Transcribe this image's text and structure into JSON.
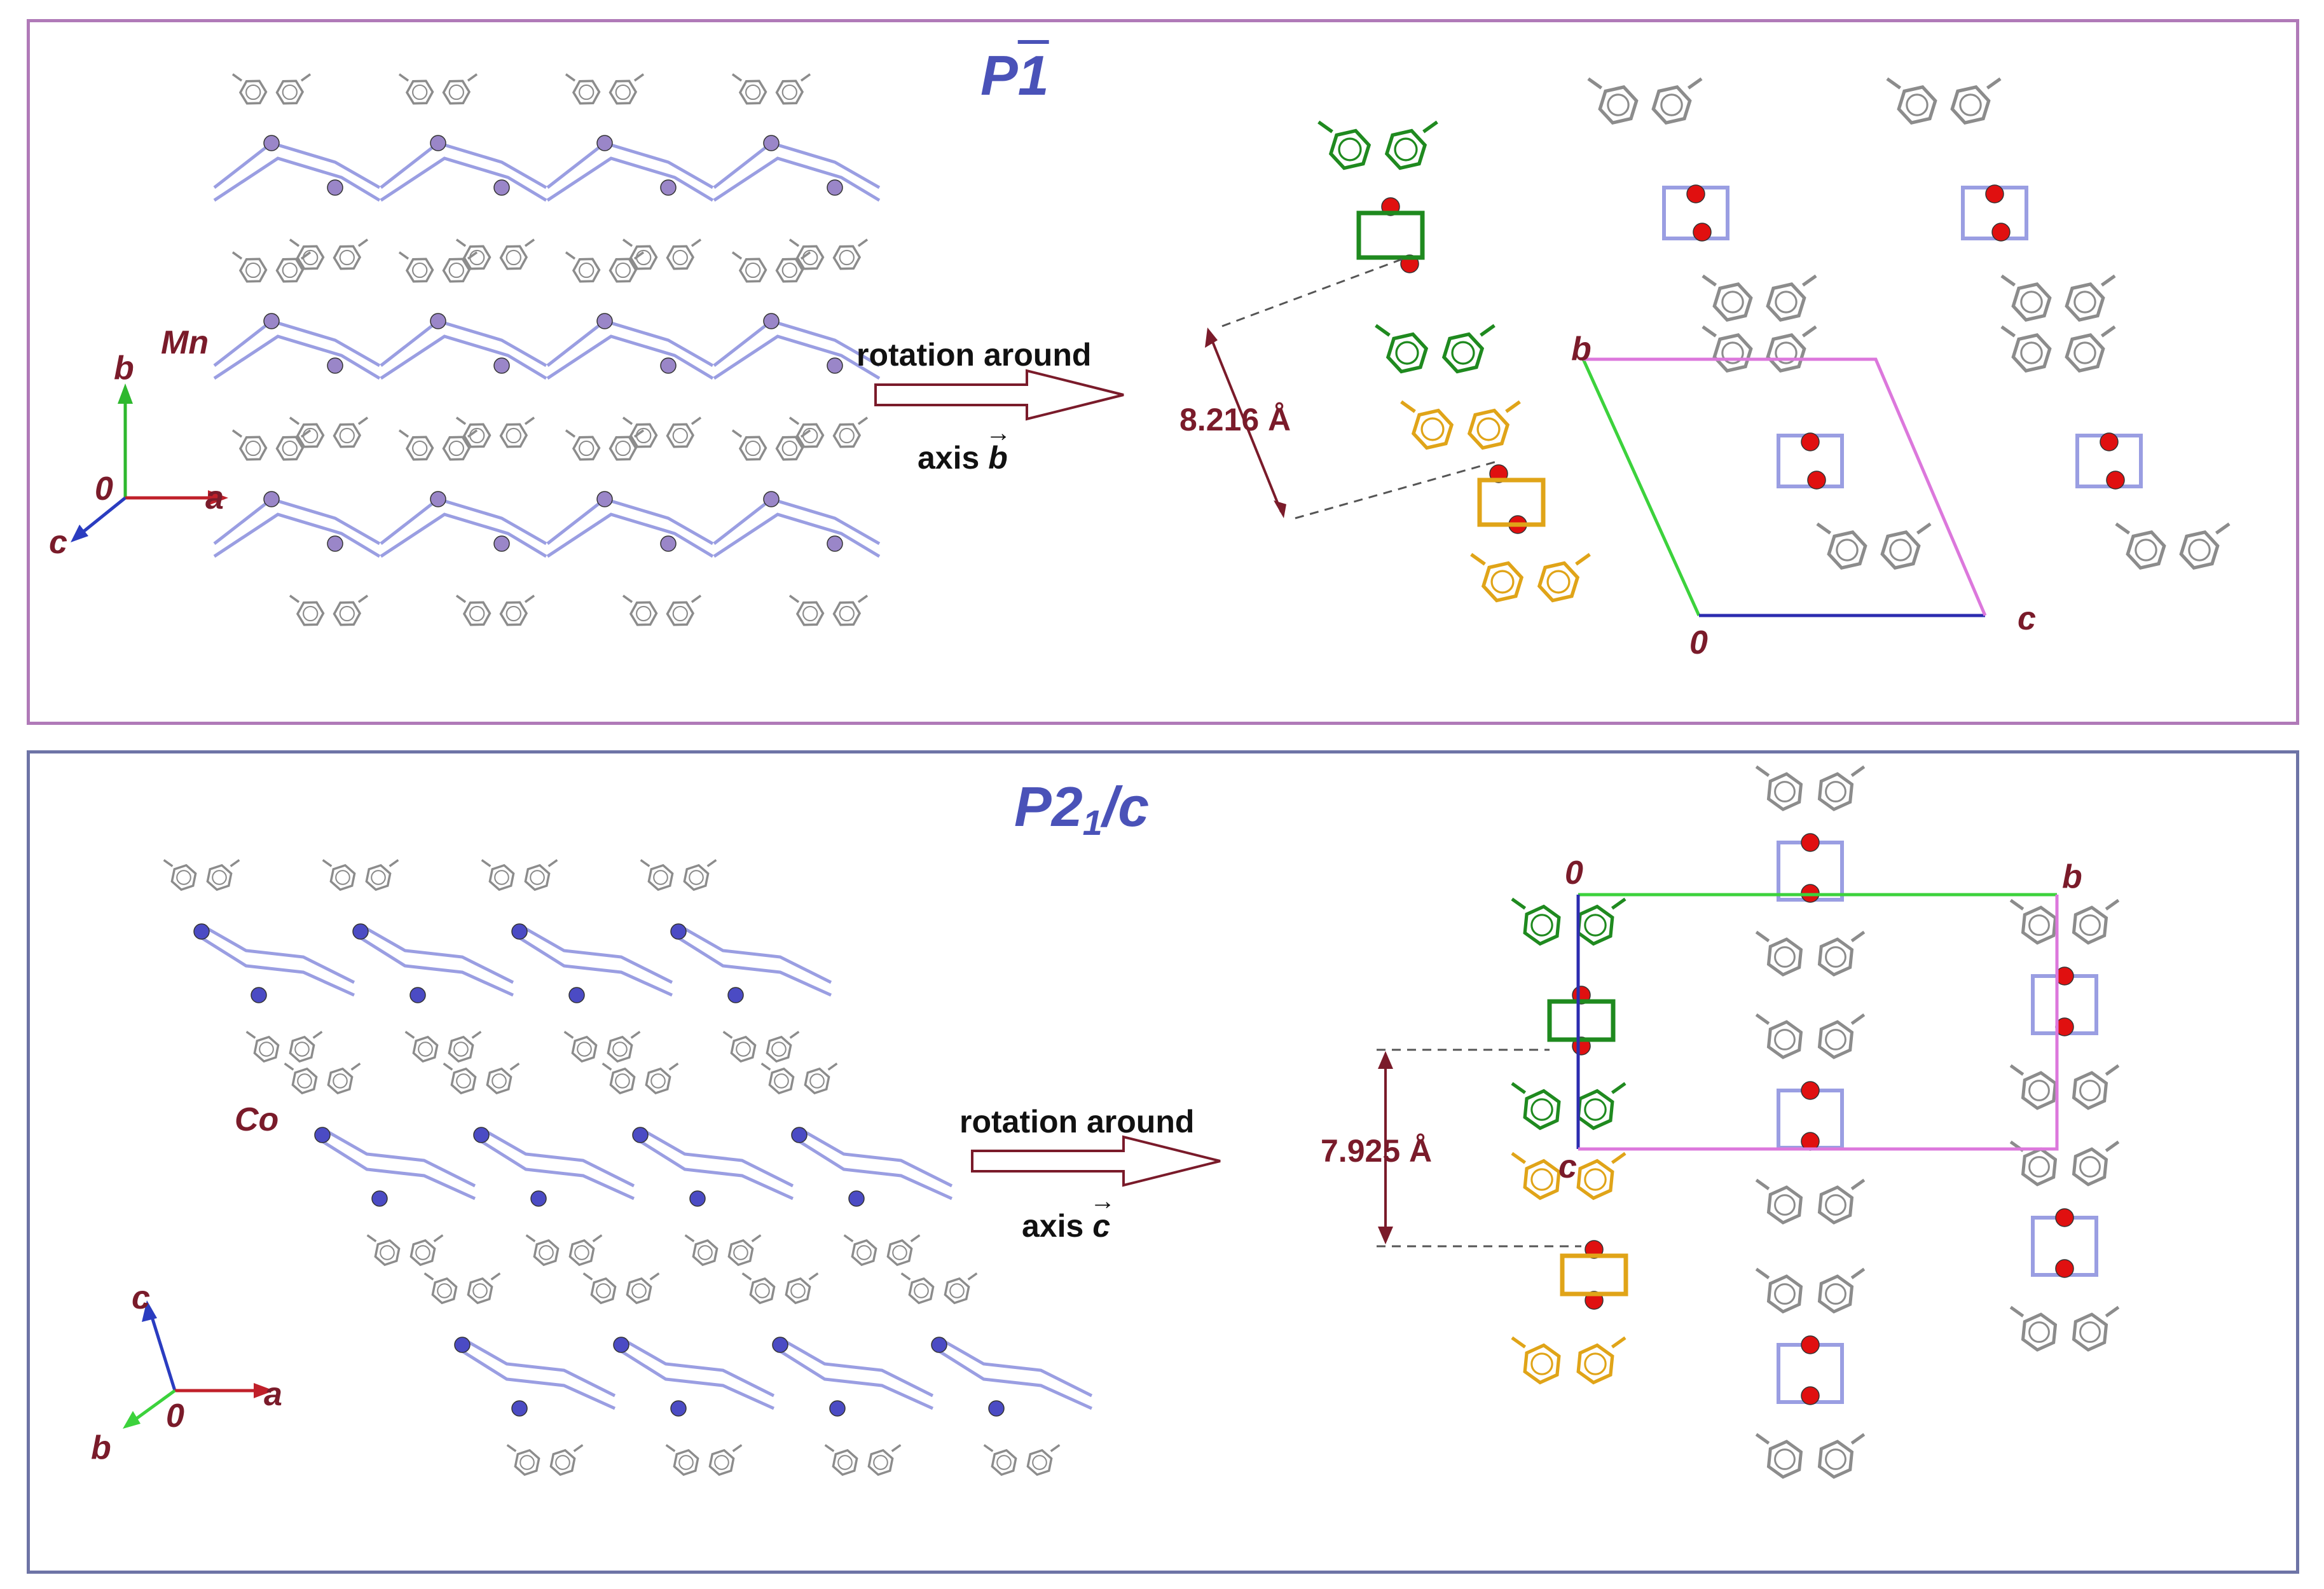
{
  "panels": {
    "top": {
      "space_group": {
        "main": "P",
        "bar": "1"
      },
      "metal_label": "Mn",
      "axes": {
        "x": "a",
        "y": "b",
        "z": "c",
        "origin": "0"
      },
      "rotation": {
        "line1": "rotation around",
        "axis_word": "axis",
        "axis_letter": "b"
      },
      "distance": "8.216 Å",
      "cell_labels": {
        "corner_top": "b",
        "origin": "0",
        "corner_right": "c"
      }
    },
    "bottom": {
      "space_group": {
        "main": "P2",
        "sub": "1",
        "tail": "/c"
      },
      "metal_label": "Co",
      "axes": {
        "x": "a",
        "y": "c",
        "z": "b",
        "origin": "0"
      },
      "rotation": {
        "line1": "rotation around",
        "axis_word": "axis",
        "axis_letter": "c"
      },
      "distance": "7.925 Å",
      "cell_labels": {
        "origin": "0",
        "corner_right": "b",
        "corner_bottom": "c"
      }
    }
  },
  "colors": {
    "ligand": "#8c8c8c",
    "bridge": "#9a9ee2",
    "metal_mn": "#9a86c8",
    "metal_co": "#4b4bc4",
    "metal_red": "#e01010",
    "highlight_green": "#1f8a1f",
    "highlight_orange": "#e0a418",
    "cell_green": "#3cd23c",
    "cell_blue": "#2c2cb0",
    "cell_pink": "#dc78dc",
    "arrow": "#7a1b2a"
  }
}
